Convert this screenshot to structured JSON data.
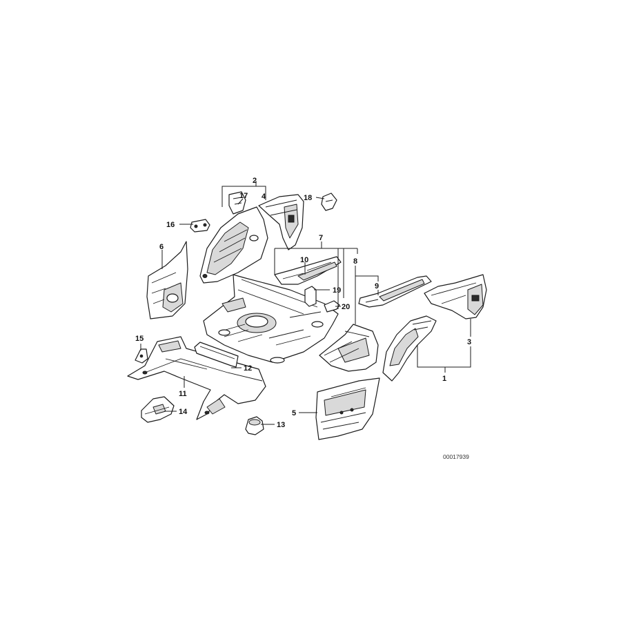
{
  "callouts": {
    "c1": "1",
    "c2": "2",
    "c3": "3",
    "c4": "4",
    "c5": "5",
    "c6": "6",
    "c7": "7",
    "c8": "8",
    "c9": "9",
    "c10": "10",
    "c11": "11",
    "c12": "12",
    "c13": "13",
    "c14": "14",
    "c15": "15",
    "c16": "16",
    "c17": "17",
    "c18": "18",
    "c19": "19",
    "c20": "20"
  },
  "document_number": "00017939"
}
